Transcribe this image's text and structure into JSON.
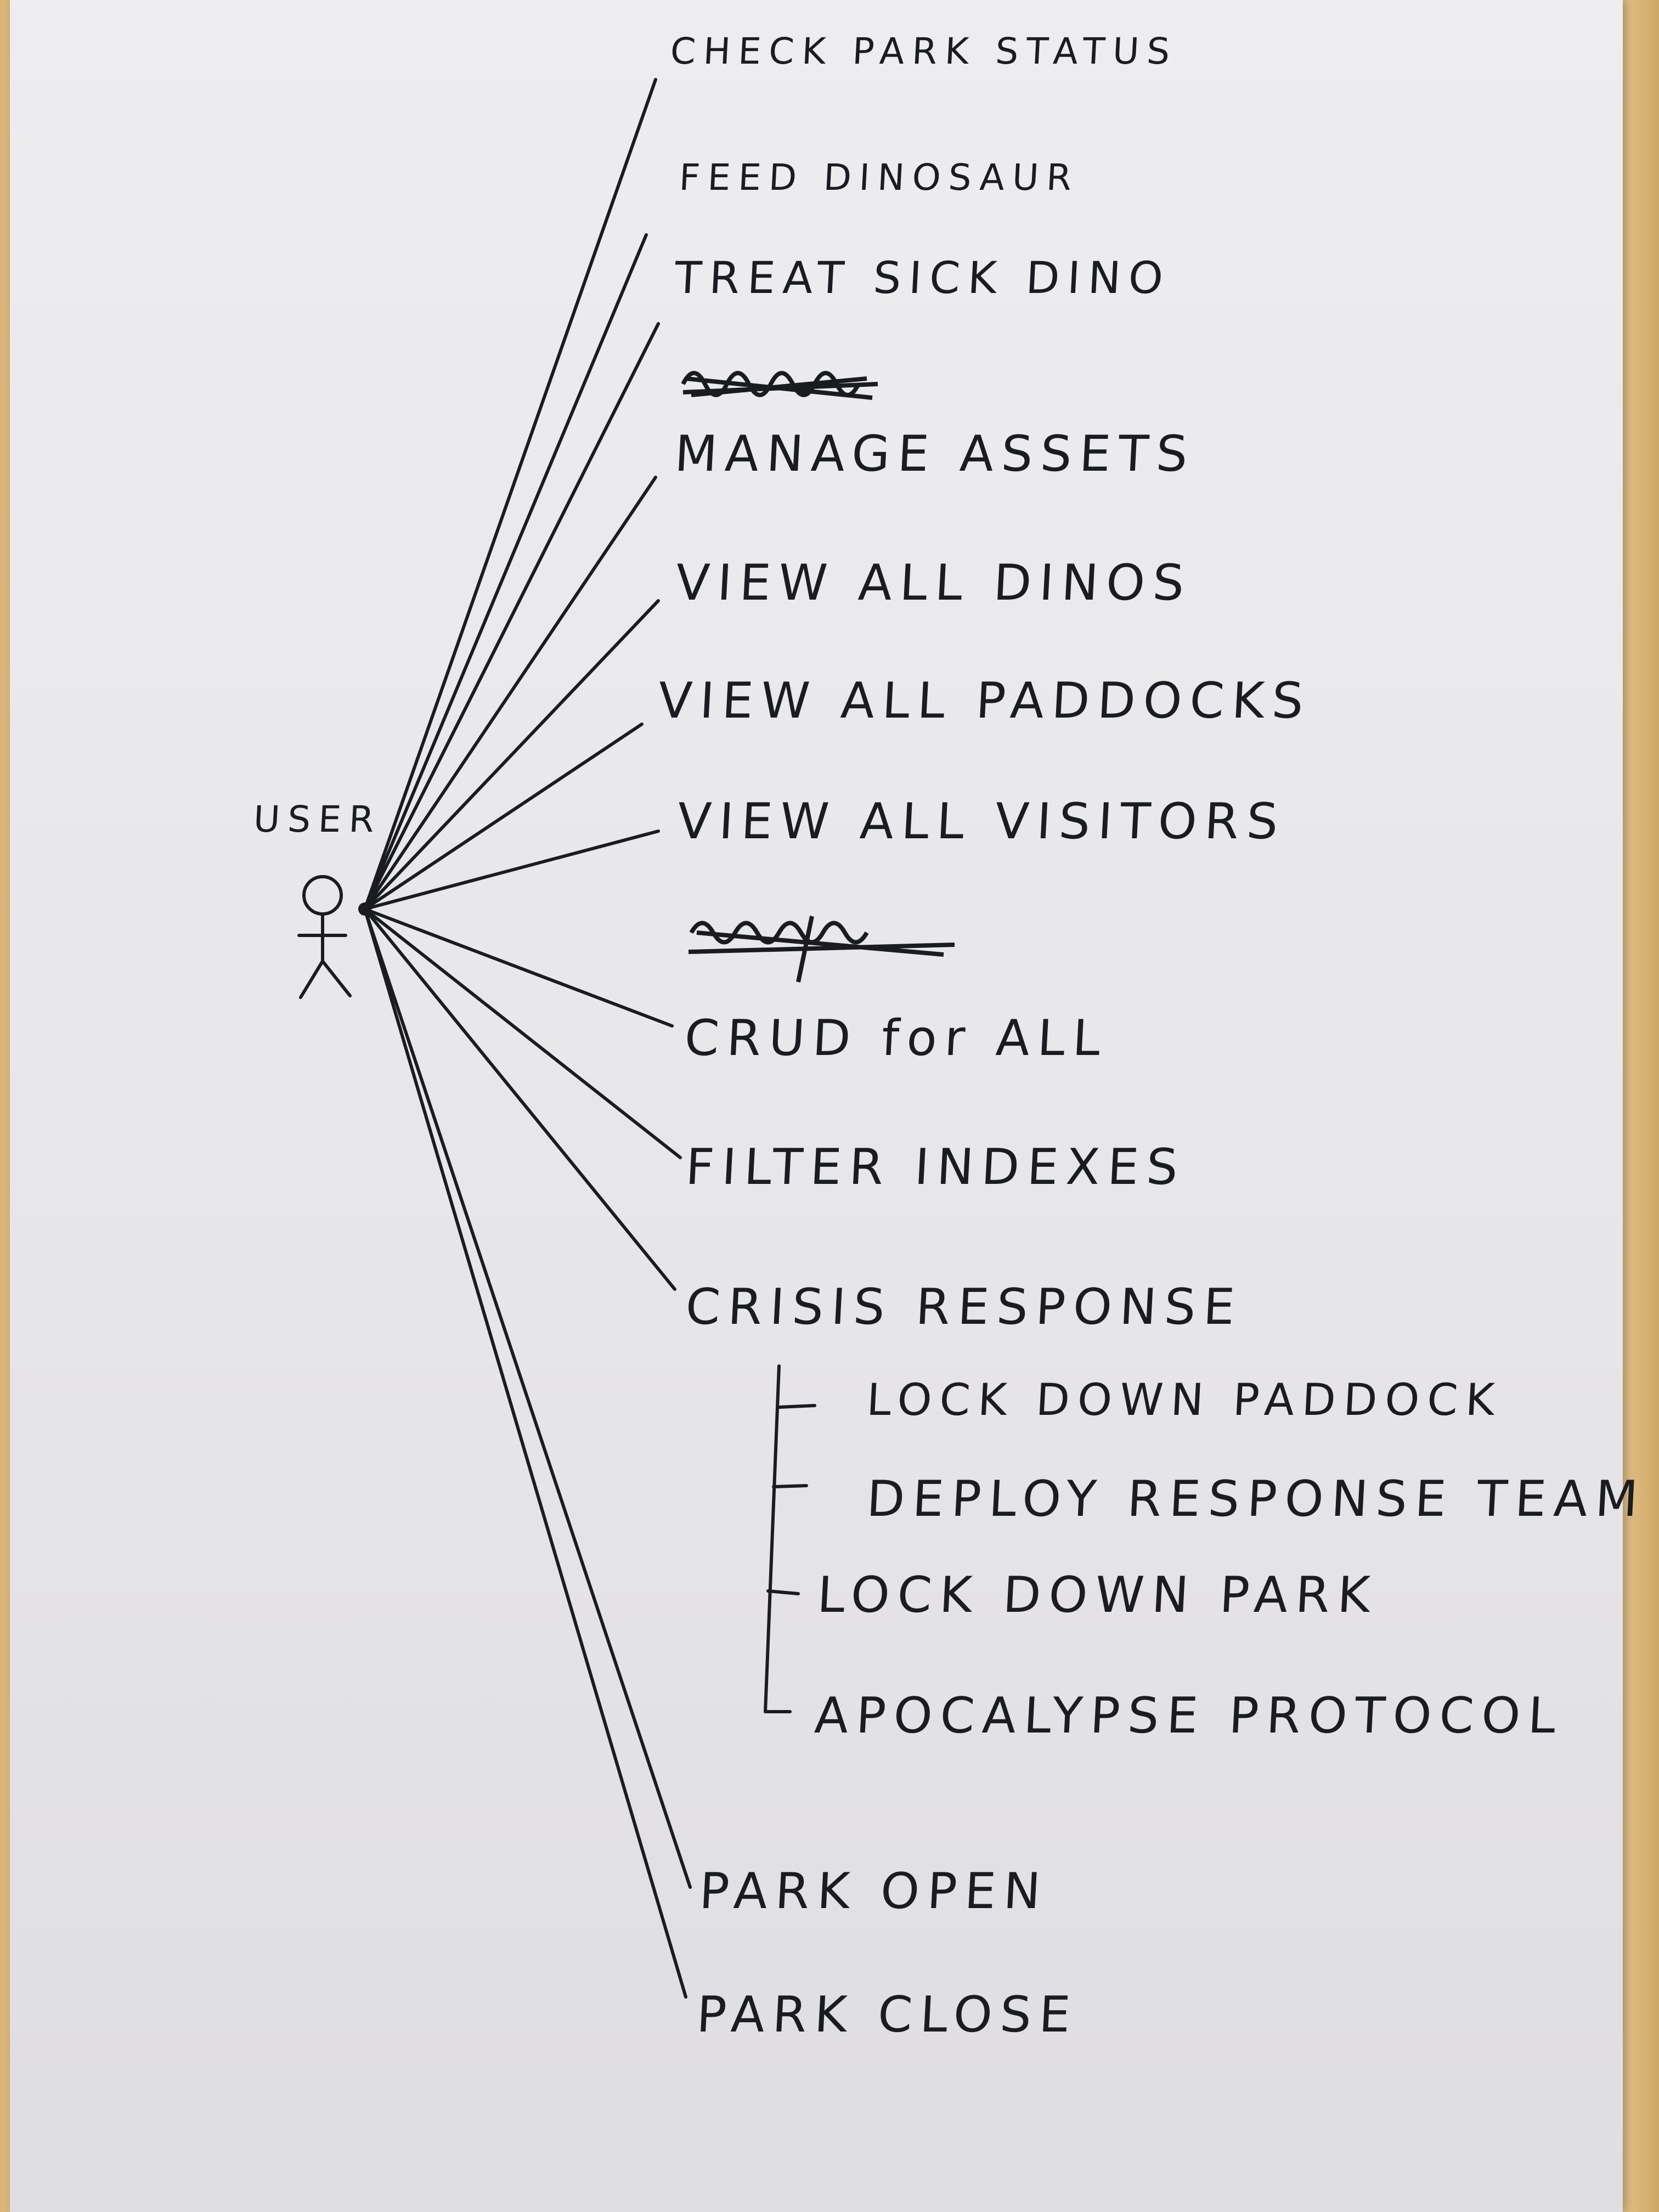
{
  "diagram": {
    "actor": {
      "label": "USER"
    },
    "use_cases": [
      {
        "id": "check-park-status",
        "label": "CHECK PARK STATUS"
      },
      {
        "id": "feed-dinosaur",
        "label": "FEED DINOSAUR"
      },
      {
        "id": "treat-sick-dino",
        "label": "TREAT SICK DINO"
      },
      {
        "id": "manage-assets",
        "label": "MANAGE ASSETS"
      },
      {
        "id": "view-all-dinos",
        "label": "VIEW ALL DINOS"
      },
      {
        "id": "view-all-paddocks",
        "label": "VIEW ALL PADDOCKS"
      },
      {
        "id": "view-all-visitors",
        "label": "VIEW ALL VISITORS"
      },
      {
        "id": "crud-for-all",
        "label": "CRUD for ALL"
      },
      {
        "id": "filter-indexes",
        "label": "FILTER INDEXES"
      },
      {
        "id": "crisis-response",
        "label": "CRISIS RESPONSE"
      },
      {
        "id": "park-open",
        "label": "PARK OPEN"
      },
      {
        "id": "park-close",
        "label": "PARK CLOSE"
      }
    ],
    "crisis_sub_actions": [
      {
        "id": "lock-down-paddock",
        "label": "LOCK DOWN PADDOCK"
      },
      {
        "id": "deploy-response-team",
        "label": "DEPLOY RESPONSE TEAM"
      },
      {
        "id": "lock-down-park",
        "label": "LOCK DOWN PARK"
      },
      {
        "id": "apocalypse-protocol",
        "label": "APOCALYPSE PROTOCOL"
      }
    ],
    "ink_color": "#1b1b22",
    "paper_color": "#e9e8ec"
  }
}
